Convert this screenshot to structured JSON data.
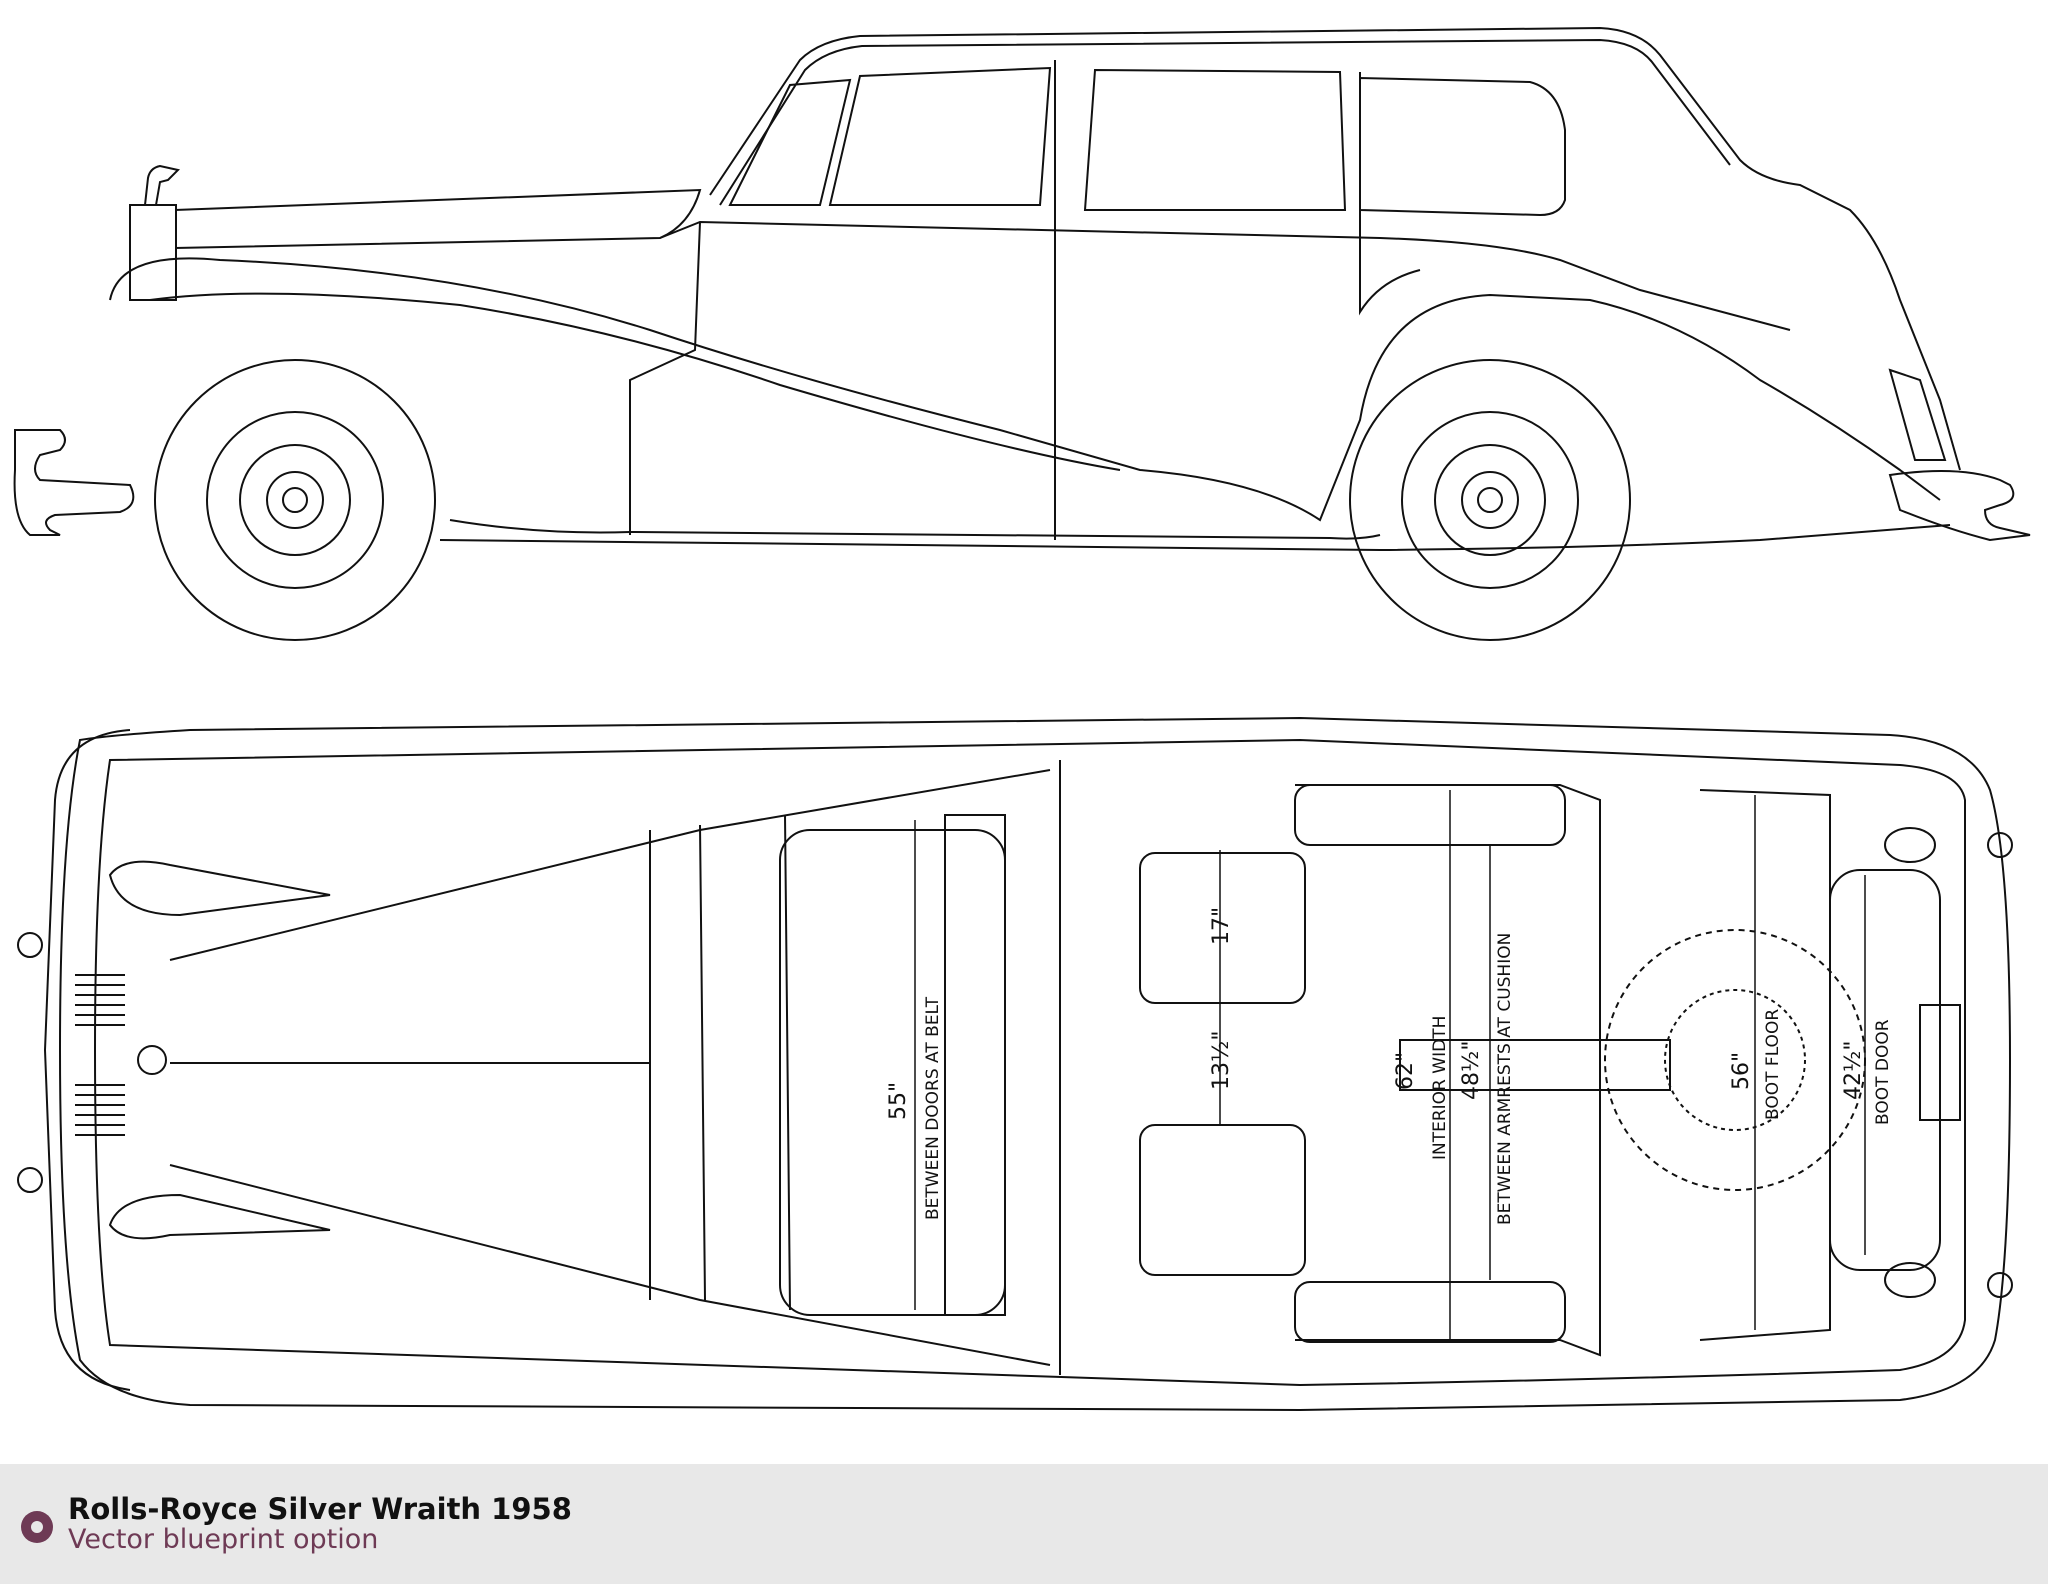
{
  "footer": {
    "title": "Rolls-Royce Silver Wraith 1958",
    "subtitle": "Vector blueprint option",
    "icon": "bullet-circle-icon",
    "accent_color": "#6e3a55"
  },
  "dimensions": {
    "between_doors_belt": {
      "value": "55\"",
      "label": "BETWEEN DOORS AT BELT"
    },
    "seat_length": {
      "value": "17\""
    },
    "seat_gap": {
      "value": "13½\""
    },
    "interior_width": {
      "value": "62\"",
      "label": "INTERIOR WIDTH"
    },
    "armrests_cushion": {
      "value": "48½\"",
      "label": "BETWEEN ARMRESTS AT CUSHION"
    },
    "boot_floor": {
      "value": "56\"",
      "label": "BOOT FLOOR"
    },
    "boot_door": {
      "value": "42½\"",
      "label": "BOOT DOOR"
    }
  }
}
